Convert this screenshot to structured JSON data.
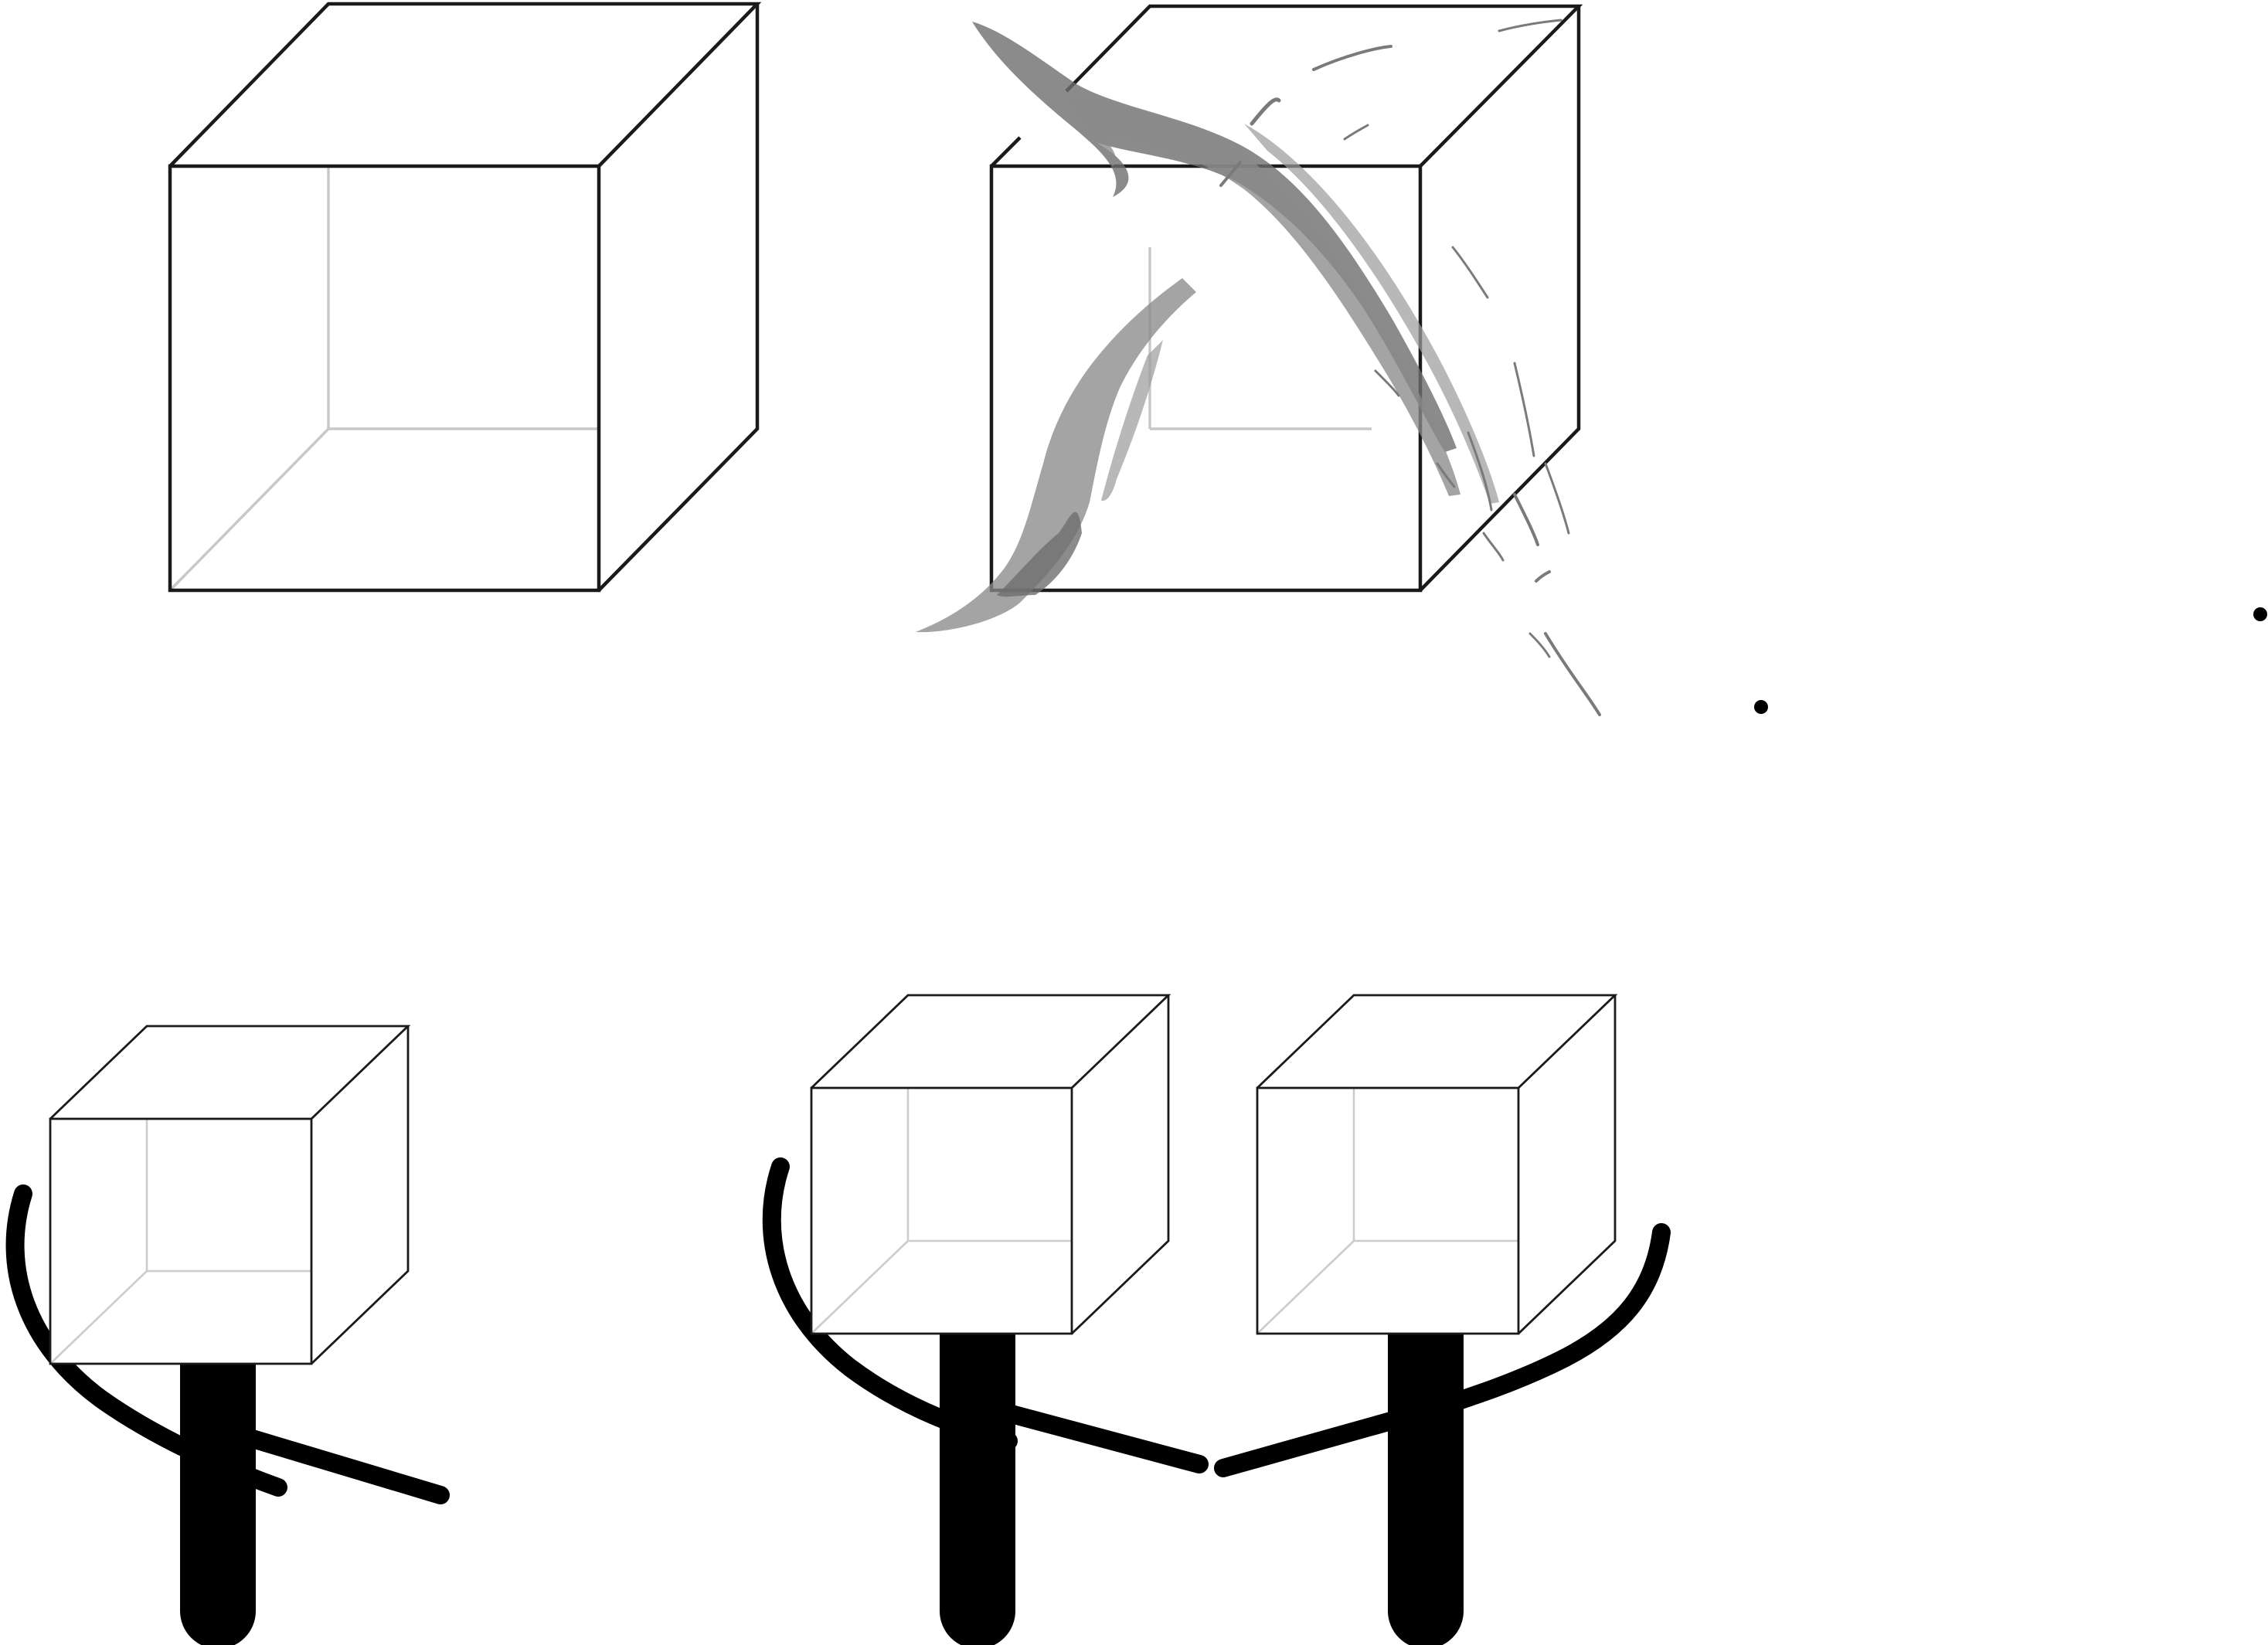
{
  "figure": {
    "background": "#ffffff",
    "line_color": "#1a1a1a",
    "hidden_edge_color": "#c8c8c8",
    "brush_color": "#8a8a8a",
    "figure_color": "#000000",
    "panels": [
      {
        "name": "plain-wireframe-cube"
      },
      {
        "name": "crossed-out-wireframe-cube"
      },
      {
        "name": "cube-head-figure-single"
      },
      {
        "name": "cube-head-figures-pair"
      }
    ]
  }
}
